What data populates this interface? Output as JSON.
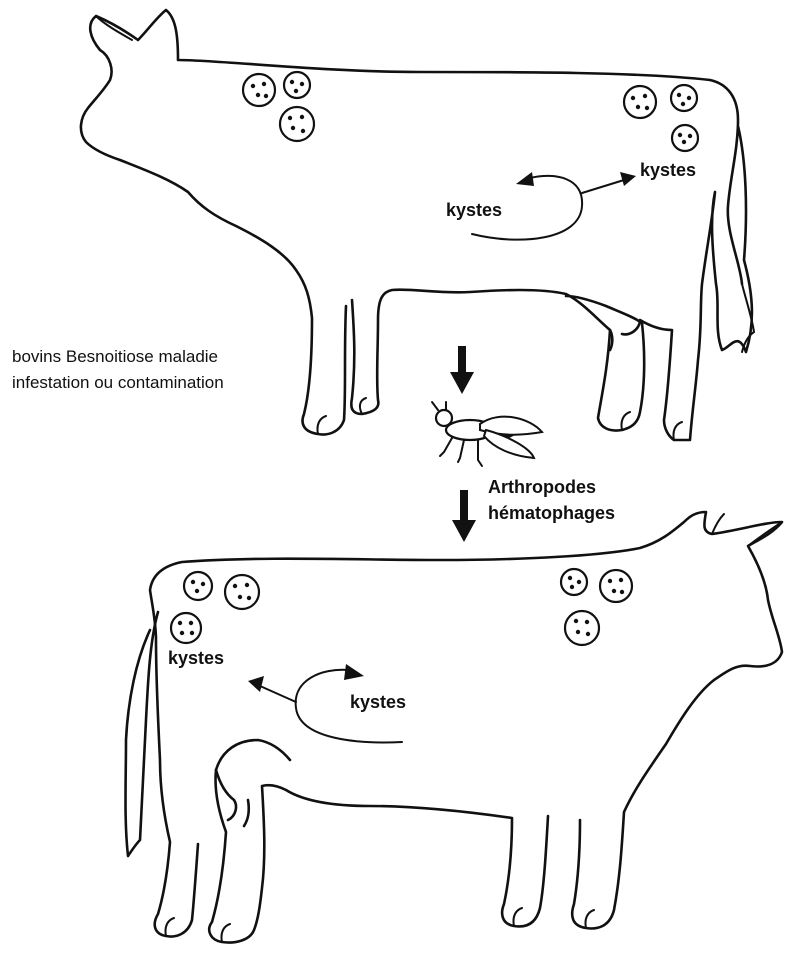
{
  "diagram": {
    "top_cow": {
      "label_left": "kystes",
      "label_right": "kystes"
    },
    "side_caption": {
      "line1": "bovins Besnoitiose maladie",
      "line2": "infestation ou contamination"
    },
    "vector": {
      "line1": "Arthropodes",
      "line2": "hématophages"
    },
    "bottom_cow": {
      "label_left": "kystes",
      "label_right": "kystes"
    }
  }
}
